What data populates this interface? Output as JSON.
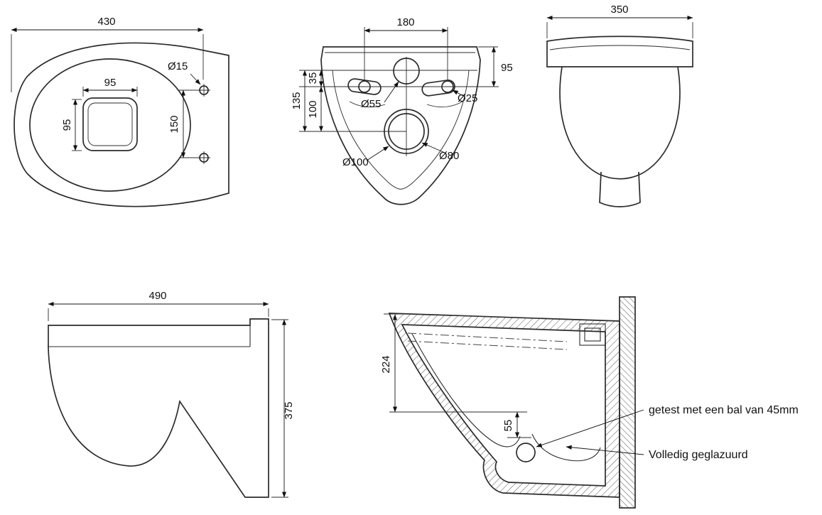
{
  "drawing": {
    "top_view": {
      "overall_width": "430",
      "hole_diameter": "Ø15",
      "square_width": "95",
      "square_height": "95",
      "hole_spacing": "150"
    },
    "back_view": {
      "bolt_spacing": "180",
      "rim_height": "95",
      "dim_35": "35",
      "dim_135": "135",
      "dim_100": "100",
      "dia_55": "Ø55",
      "dia_25": "Ø25",
      "dia_100": "Ø100",
      "dia_80": "Ø80"
    },
    "front_view": {
      "overall_width": "350"
    },
    "side_view": {
      "overall_depth": "490",
      "overall_height": "375"
    },
    "section_view": {
      "dim_224": "224",
      "dim_55": "55",
      "note_ball_test": "getest met een bal van 45mm",
      "note_glazed": "Volledig geglazuurd"
    }
  }
}
